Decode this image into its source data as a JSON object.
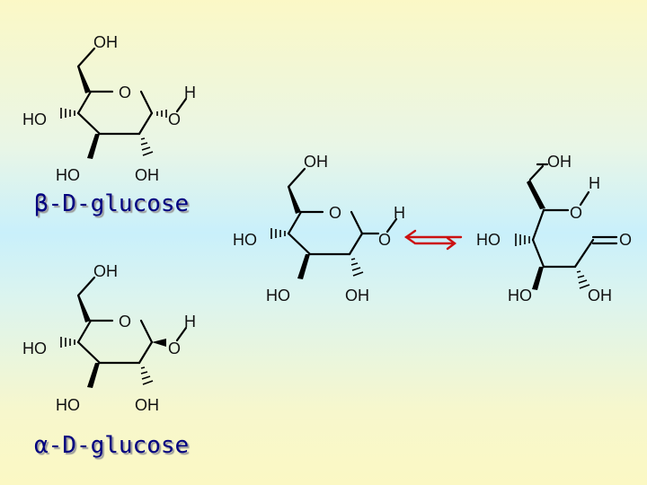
{
  "labels": {
    "beta_caption": "β-D-glucose",
    "alpha_caption": "α-D-glucose"
  },
  "atoms": {
    "oh": "OH",
    "ho": "HO",
    "o": "O",
    "h": "H",
    "carbonyl_o": "O"
  },
  "colors": {
    "caption": "#000080",
    "arrow": "#cc1111",
    "bond": "#000000"
  }
}
